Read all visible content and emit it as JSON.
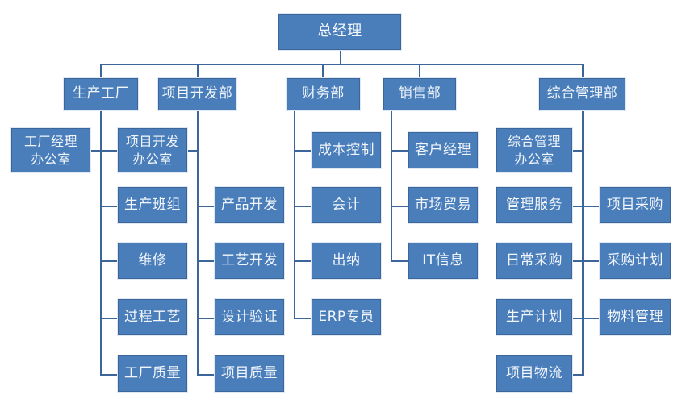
{
  "chart_data": {
    "type": "diagram",
    "diagram_type": "organization-chart",
    "title": "",
    "orientation": "top-down-with-side-branches",
    "colors": {
      "node_fill": "#4a7ebb",
      "node_border": "#3c6699",
      "node_text": "#f2f6fb",
      "connector": "#3c6699",
      "background": "#ffffff"
    },
    "root": "总经理",
    "departments": [
      "生产工厂",
      "项目开发部",
      "财务部",
      "销售部",
      "综合管理部"
    ],
    "nodes": [
      {
        "id": "root",
        "label": "总经理",
        "level": 0,
        "parent": null
      },
      {
        "id": "d1",
        "label": "生产工厂",
        "level": 1,
        "parent": "root"
      },
      {
        "id": "d2",
        "label": "项目开发部",
        "level": 1,
        "parent": "root"
      },
      {
        "id": "d3",
        "label": "财务部",
        "level": 1,
        "parent": "root"
      },
      {
        "id": "d4",
        "label": "销售部",
        "level": 1,
        "parent": "root"
      },
      {
        "id": "d5",
        "label": "综合管理部",
        "level": 1,
        "parent": "root"
      },
      {
        "id": "d1c1",
        "label": "工厂经理\n办公室",
        "level": 2,
        "parent": "d1"
      },
      {
        "id": "d1c2",
        "label": "生产班组",
        "level": 2,
        "parent": "d1"
      },
      {
        "id": "d1c3",
        "label": "维修",
        "level": 2,
        "parent": "d1"
      },
      {
        "id": "d1c4",
        "label": "过程工艺",
        "level": 2,
        "parent": "d1"
      },
      {
        "id": "d1c5",
        "label": "工厂质量",
        "level": 2,
        "parent": "d1"
      },
      {
        "id": "d2c1",
        "label": "项目开发\n办公室",
        "level": 2,
        "parent": "d2"
      },
      {
        "id": "d2c2",
        "label": "产品开发",
        "level": 2,
        "parent": "d2"
      },
      {
        "id": "d2c3",
        "label": "工艺开发",
        "level": 2,
        "parent": "d2"
      },
      {
        "id": "d2c4",
        "label": "设计验证",
        "level": 2,
        "parent": "d2"
      },
      {
        "id": "d2c5",
        "label": "项目质量",
        "level": 2,
        "parent": "d2"
      },
      {
        "id": "d3c1",
        "label": "成本控制",
        "level": 2,
        "parent": "d3"
      },
      {
        "id": "d3c2",
        "label": "会计",
        "level": 2,
        "parent": "d3"
      },
      {
        "id": "d3c3",
        "label": "出纳",
        "level": 2,
        "parent": "d3"
      },
      {
        "id": "d3c4",
        "label": "ERP专员",
        "level": 2,
        "parent": "d3"
      },
      {
        "id": "d4c1",
        "label": "客户经理",
        "level": 2,
        "parent": "d4"
      },
      {
        "id": "d4c2",
        "label": "市场贸易",
        "level": 2,
        "parent": "d4"
      },
      {
        "id": "d4c3",
        "label": "IT信息",
        "level": 2,
        "parent": "d4"
      },
      {
        "id": "d5c1",
        "label": "综合管理\n办公室",
        "level": 2,
        "parent": "d5"
      },
      {
        "id": "d5c2",
        "label": "管理服务",
        "level": 2,
        "parent": "d5"
      },
      {
        "id": "d5c3",
        "label": "日常采购",
        "level": 2,
        "parent": "d5"
      },
      {
        "id": "d5c4",
        "label": "生产计划",
        "level": 2,
        "parent": "d5"
      },
      {
        "id": "d5c5",
        "label": "项目物流",
        "level": 2,
        "parent": "d5"
      },
      {
        "id": "d5c6",
        "label": "项目采购",
        "level": 2,
        "parent": "d5"
      },
      {
        "id": "d5c7",
        "label": "采购计划",
        "level": 2,
        "parent": "d5"
      },
      {
        "id": "d5c8",
        "label": "物料管理",
        "level": 2,
        "parent": "d5"
      }
    ]
  },
  "chart": {
    "root": {
      "label": "总经理"
    },
    "departments": [
      {
        "label": "生产工厂"
      },
      {
        "label": "项目开发部"
      },
      {
        "label": "财务部"
      },
      {
        "label": "销售部"
      },
      {
        "label": "综合管理部"
      }
    ],
    "col_factory_left": [
      {
        "label": "工厂经理\n办公室"
      }
    ],
    "col_factory_right": [
      {
        "label": "项目开发\n办公室"
      },
      {
        "label": "生产班组"
      },
      {
        "label": "维修"
      },
      {
        "label": "过程工艺"
      },
      {
        "label": "工厂质量"
      }
    ],
    "col_project": [
      {
        "label": "产品开发"
      },
      {
        "label": "工艺开发"
      },
      {
        "label": "设计验证"
      },
      {
        "label": "项目质量"
      }
    ],
    "col_finance": [
      {
        "label": "成本控制"
      },
      {
        "label": "会计"
      },
      {
        "label": "出纳"
      },
      {
        "label": "ERP专员"
      }
    ],
    "col_sales": [
      {
        "label": "客户经理"
      },
      {
        "label": "市场贸易"
      },
      {
        "label": "IT信息"
      }
    ],
    "col_admin_left": [
      {
        "label": "综合管理\n办公室"
      },
      {
        "label": "管理服务"
      },
      {
        "label": "日常采购"
      },
      {
        "label": "生产计划"
      },
      {
        "label": "项目物流"
      }
    ],
    "col_admin_right": [
      {
        "label": "项目采购"
      },
      {
        "label": "采购计划"
      },
      {
        "label": "物料管理"
      }
    ]
  }
}
